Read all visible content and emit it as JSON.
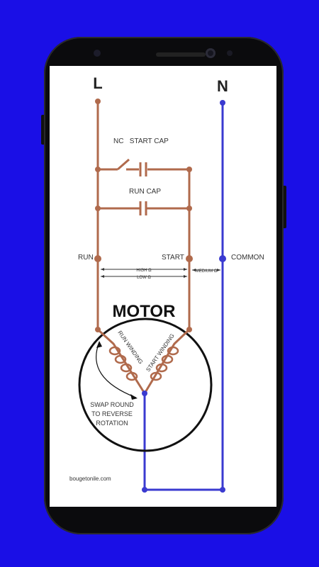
{
  "diagram": {
    "terminal_line": "L",
    "terminal_neutral": "N",
    "start_cap_label": "NC   START CAP",
    "run_cap_label": "RUN CAP",
    "run_label": "RUN",
    "start_label": "START",
    "common_label": "COMMON",
    "high_label": "HIGH Ω",
    "low_label": "LOW Ω",
    "medium_label": "MEDIUM Ω",
    "motor_label": "MOTOR",
    "run_winding_label": "RUN WINDING",
    "start_winding_label": "START WINDING",
    "swap_line1": "SWAP ROUND",
    "swap_line2": "TO REVERSE",
    "swap_line3": "ROTATION",
    "credit": "bougetonile.com"
  },
  "colors": {
    "background": "#1a0fe6",
    "line_wire": "#b06a4c",
    "neutral_wire": "#3a3ad0"
  }
}
